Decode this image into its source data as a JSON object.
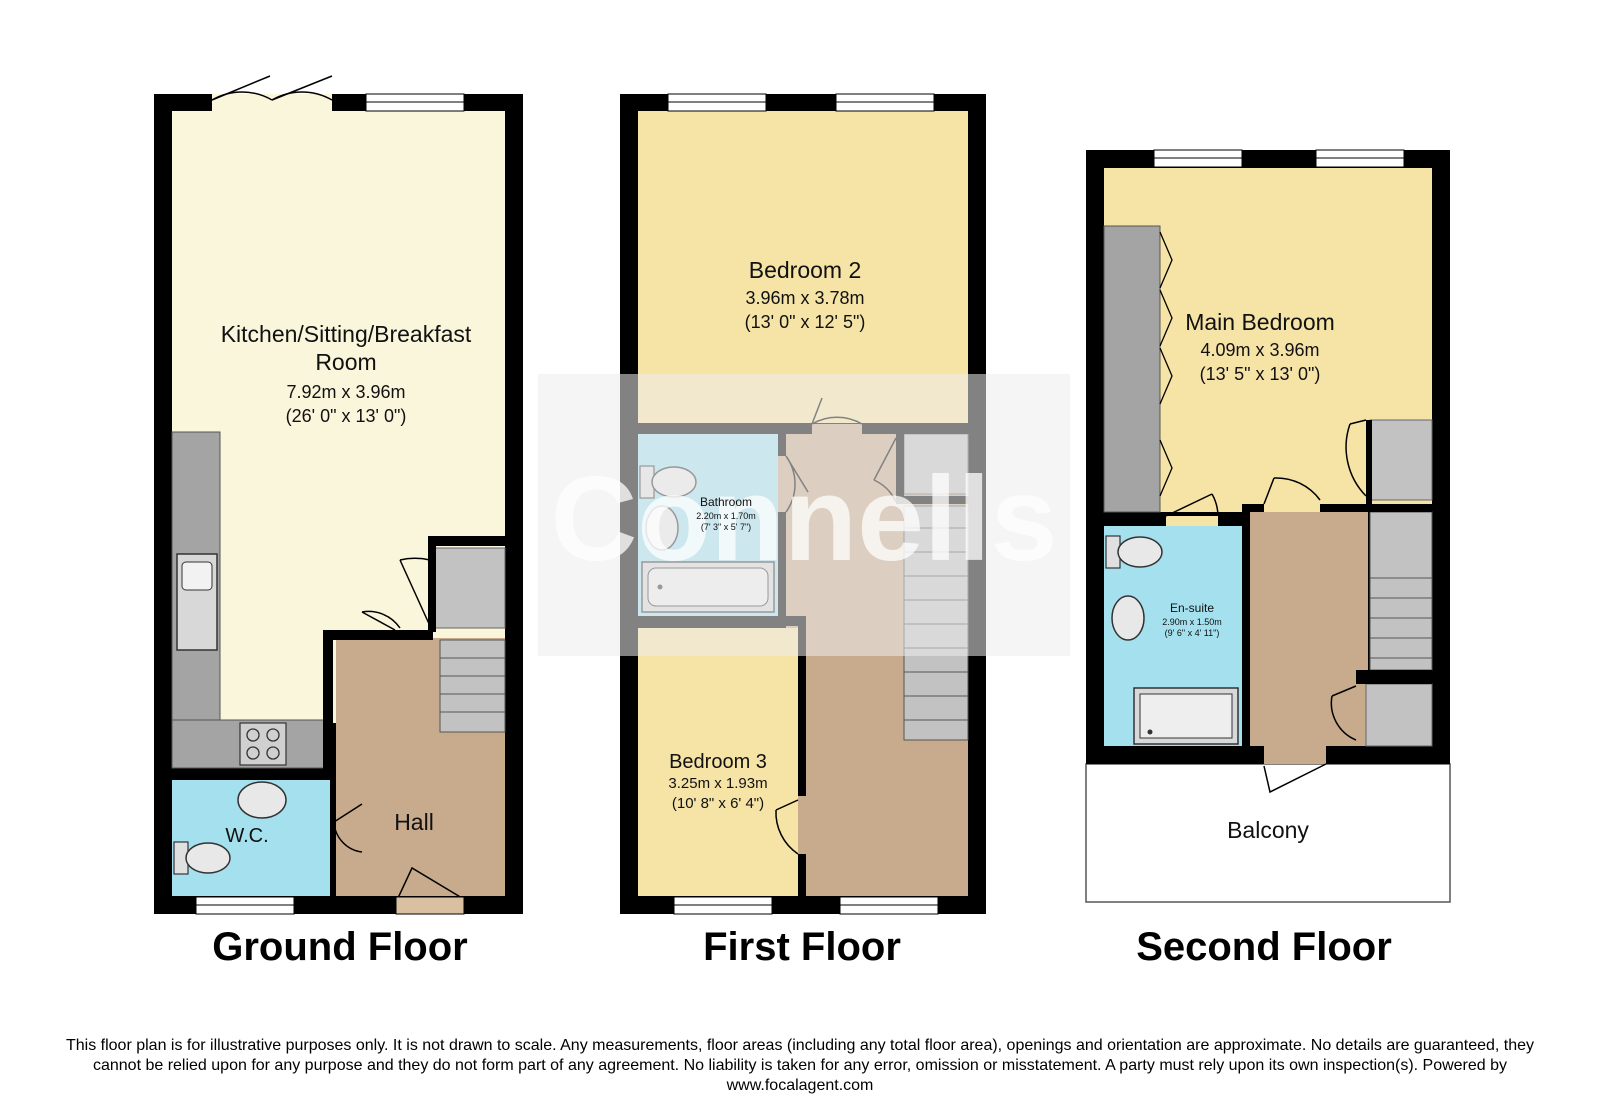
{
  "watermark": "Connells",
  "floors": {
    "ground": {
      "title": "Ground Floor",
      "kitchen": {
        "name_line1": "Kitchen/Sitting/Breakfast",
        "name_line2": "Room",
        "metric": "7.92m x 3.96m",
        "imperial": "(26' 0\" x 13' 0\")"
      },
      "wc": {
        "name": "W.C."
      },
      "hall": {
        "name": "Hall"
      }
    },
    "first": {
      "title": "First Floor",
      "bedroom2": {
        "name": "Bedroom 2",
        "metric": "3.96m x 3.78m",
        "imperial": "(13' 0\" x 12' 5\")"
      },
      "bathroom": {
        "name": "Bathroom",
        "metric": "2.20m x 1.70m",
        "imperial": "(7' 3\" x 5' 7\")"
      },
      "bedroom3": {
        "name": "Bedroom 3",
        "metric": "3.25m x 1.93m",
        "imperial": "(10' 8\" x 6' 4\")"
      }
    },
    "second": {
      "title": "Second Floor",
      "main_bedroom": {
        "name": "Main Bedroom",
        "metric": "4.09m x 3.96m",
        "imperial": "(13' 5\" x 13' 0\")"
      },
      "ensuite": {
        "name": "En-suite",
        "metric": "2.90m x 1.50m",
        "imperial": "(9' 6\" x 4' 11\")"
      },
      "balcony": {
        "name": "Balcony"
      }
    }
  },
  "colors": {
    "wall": "#000000",
    "kitchen_fill": "#faf6dc",
    "bedroom_fill": "#f6e3a6",
    "wet_room_fill": "#a5e0ee",
    "hall_fill": "#c8ab8d",
    "storage_fill": "#c2c2c2",
    "watermark_box": "#ececec"
  },
  "disclaimer": "This floor plan is for illustrative purposes only. It is not drawn to scale. Any measurements, floor areas (including any total floor area), openings and orientation are approximate. No details are guaranteed, they cannot be relied upon for any purpose and they do not form part of any agreement. No liability is taken for any error, omission or misstatement. A party must rely upon its own inspection(s). Powered by www.focalagent.com"
}
